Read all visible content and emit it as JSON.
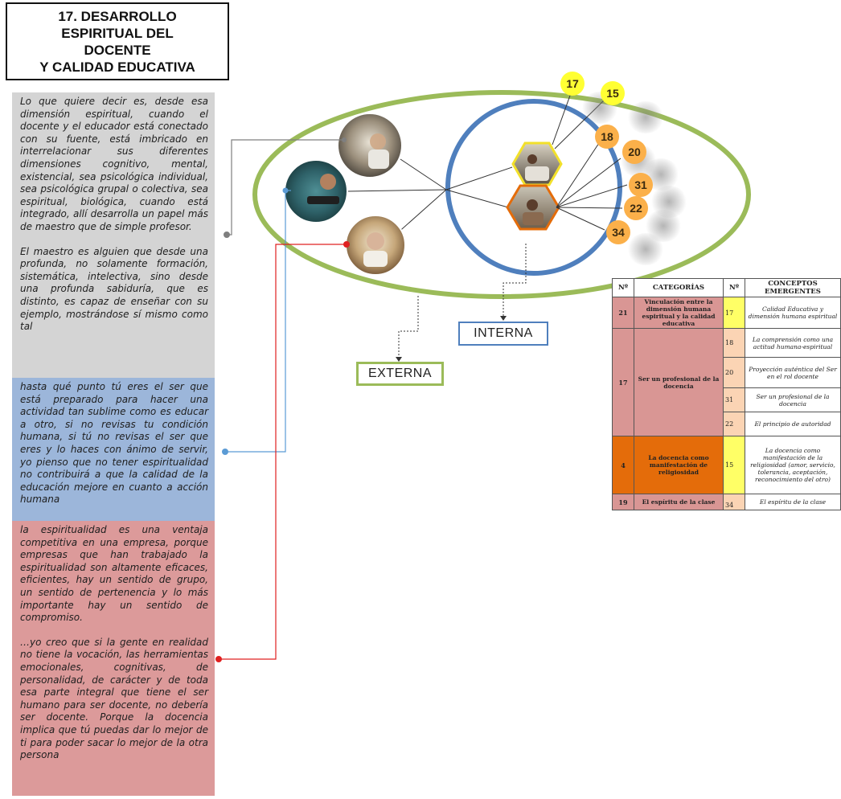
{
  "title": "17. DESARROLLO\nESPIRITUAL DEL\nDOCENTE\nY CALIDAD EDUCATIVA",
  "quotes": {
    "gray_1": "Lo que quiere decir es, desde esa dimensión espiritual, cuando el docente y el educador está conectado con su fuente, está imbricado en interrelacionar sus diferentes dimensiones cognitivo, mental, existencial, sea psicológica individual, sea psicológica grupal o colectiva, sea espiritual, biológica, cuando está integrado, allí desarrolla un papel más de maestro que de simple profesor.",
    "gray_2": "El maestro es alguien que desde una profunda, no solamente formación, sistemática, intelectiva, sino desde una profunda sabiduría, que es distinto, es capaz de enseñar con su ejemplo, mostrándose sí mismo como tal",
    "blue": "hasta qué punto tú eres el ser que está preparado para hacer una actividad tan sublime como es educar a otro, si no revisas tu condición humana, si tú no revisas el ser que eres y lo haces con ánimo de servir, yo pienso que no tener espiritualidad no contribuirá a que la calidad de la educación mejore en cuanto a acción humana",
    "red_1": "la espiritualidad es una ventaja competitiva en una empresa, porque empresas que han trabajado la espiritualidad son altamente eficaces, eficientes, hay un sentido de grupo, un sentido de pertenencia y lo más importante hay un  sentido de compromiso.",
    "red_2": "…yo creo que si la gente en realidad no tiene la vocación, las herramientas emocionales, cognitivas, de personalidad, de carácter y de toda esa parte integral que tiene el ser humano para ser docente, no debería ser docente. Porque la docencia implica que tú puedas dar lo mejor de ti para poder sacar lo mejor de la otra persona"
  },
  "labels": {
    "interna": "INTERNA",
    "externa": "EXTERNA"
  },
  "bubbles": [
    "17",
    "15",
    "18",
    "20",
    "31",
    "22",
    "34"
  ],
  "colors": {
    "outer_ellipse": "#9bbb59",
    "inner_circle": "#4f7fbd",
    "gray_box": "#d4d4d4",
    "blue_box": "#9cb6da",
    "red_box": "#dc9a9a",
    "yellow_bubble": "#ffff33",
    "orange_bubble": "#fbb04a",
    "cat_pink": "#d99694",
    "cat_orange": "#e46c0a",
    "n_yellow": "#ffff66",
    "n_peach": "#fbd4b4"
  },
  "table": {
    "headers": [
      "Nº",
      "CATEGORÍAS",
      "Nº",
      "CONCEPTOS EMERGENTES"
    ],
    "rows": [
      {
        "cat_num": "21",
        "category": "Vinculación entre la dimensión humana espiritual y la calidad educativa",
        "concepts": [
          {
            "num": "17",
            "text": "Calidad Educativa y dimensión humana espiritual"
          }
        ]
      },
      {
        "cat_num": "17",
        "category": "Ser un profesional de la docencia",
        "concepts": [
          {
            "num": "18",
            "text": "La comprensión como una actitud humana-espiritual"
          },
          {
            "num": "20",
            "text": "Proyección auténtica del Ser en el rol docente"
          },
          {
            "num": "31",
            "text": "Ser un profesional de la docencia"
          },
          {
            "num": "22",
            "text": "El principio de autoridad"
          }
        ]
      },
      {
        "cat_num": "4",
        "category": "La docencia como manifestación de religiosidad",
        "concepts": [
          {
            "num": "15",
            "text": "La docencia como manifestación de la religiosidad (amor, servicio, tolerancia, aceptación, reconocimiento del otro)"
          }
        ]
      },
      {
        "cat_num": "19",
        "category": "El espíritu de la clase",
        "concepts": [
          {
            "num": "34",
            "text": "El espíritu de la clase"
          }
        ]
      }
    ]
  }
}
